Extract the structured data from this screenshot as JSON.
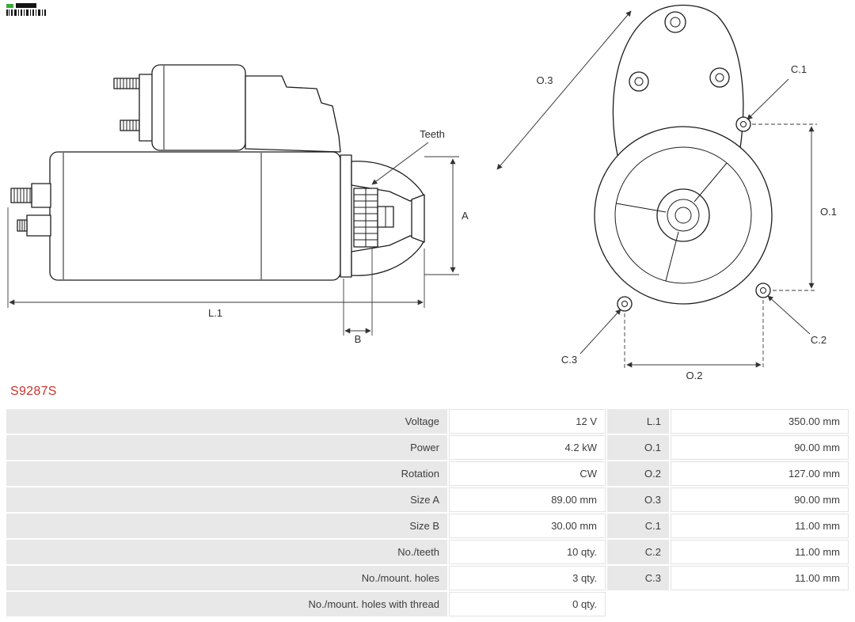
{
  "part_number": "S9287S",
  "colors": {
    "part_number_red": "#c9342c",
    "table_label_bg": "#e8e8e8",
    "table_value_border": "#e2e2e2",
    "table_text": "#3d3d3d",
    "logo_green": "#3aaa35",
    "drawing_line": "#1c1c1c"
  },
  "icons": {
    "logo": "as-pl-barcode-logo"
  },
  "diagram": {
    "side_view": {
      "labels": {
        "teeth": "Teeth",
        "a": "A",
        "b": "B",
        "l1": "L.1"
      }
    },
    "front_view": {
      "labels": {
        "o1": "O.1",
        "o2": "O.2",
        "o3": "O.3",
        "c1": "C.1",
        "c2": "C.2",
        "c3": "C.3"
      }
    }
  },
  "spec_table": {
    "rows": [
      {
        "label": "Voltage",
        "value": "12 V",
        "dim": "L.1",
        "dim_value": "350.00 mm"
      },
      {
        "label": "Power",
        "value": "4.2 kW",
        "dim": "O.1",
        "dim_value": "90.00 mm"
      },
      {
        "label": "Rotation",
        "value": "CW",
        "dim": "O.2",
        "dim_value": "127.00 mm"
      },
      {
        "label": "Size A",
        "value": "89.00 mm",
        "dim": "O.3",
        "dim_value": "90.00 mm"
      },
      {
        "label": "Size B",
        "value": "30.00 mm",
        "dim": "C.1",
        "dim_value": "11.00 mm"
      },
      {
        "label": "No./teeth",
        "value": "10 qty.",
        "dim": "C.2",
        "dim_value": "11.00 mm"
      },
      {
        "label": "No./mount. holes",
        "value": "3 qty.",
        "dim": "C.3",
        "dim_value": "11.00 mm"
      },
      {
        "label": "No./mount. holes with thread",
        "value": "0 qty.",
        "dim": "",
        "dim_value": ""
      }
    ]
  }
}
